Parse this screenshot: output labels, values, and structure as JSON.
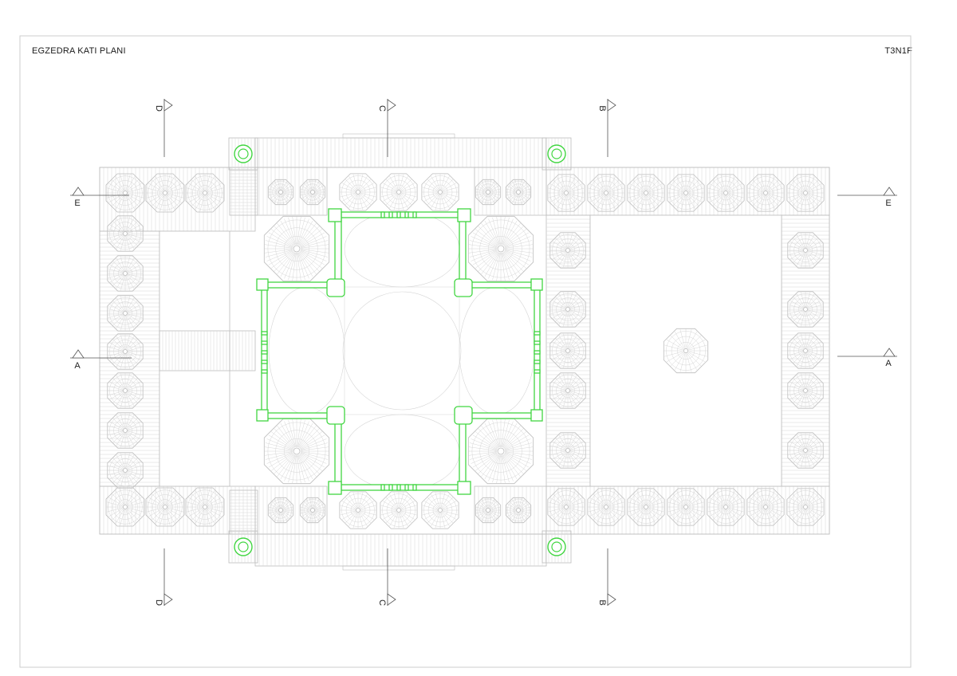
{
  "sheet": {
    "title": "EGZEDRA KATI PLANI",
    "code": "T3N1F"
  },
  "colors": {
    "drawing_line": "#bdbdbd",
    "detail_line": "#d6d6d6",
    "structure": "#41d641",
    "annotation": "#555555",
    "frame": "#cccccc"
  },
  "section_markers": [
    {
      "label": "A",
      "side": "left"
    },
    {
      "label": "A",
      "side": "right"
    },
    {
      "label": "E",
      "side": "left"
    },
    {
      "label": "E",
      "side": "right"
    },
    {
      "label": "D",
      "side": "top"
    },
    {
      "label": "D",
      "side": "bottom"
    },
    {
      "label": "C",
      "side": "top"
    },
    {
      "label": "C",
      "side": "bottom"
    },
    {
      "label": "B",
      "side": "top"
    },
    {
      "label": "B",
      "side": "bottom"
    }
  ]
}
